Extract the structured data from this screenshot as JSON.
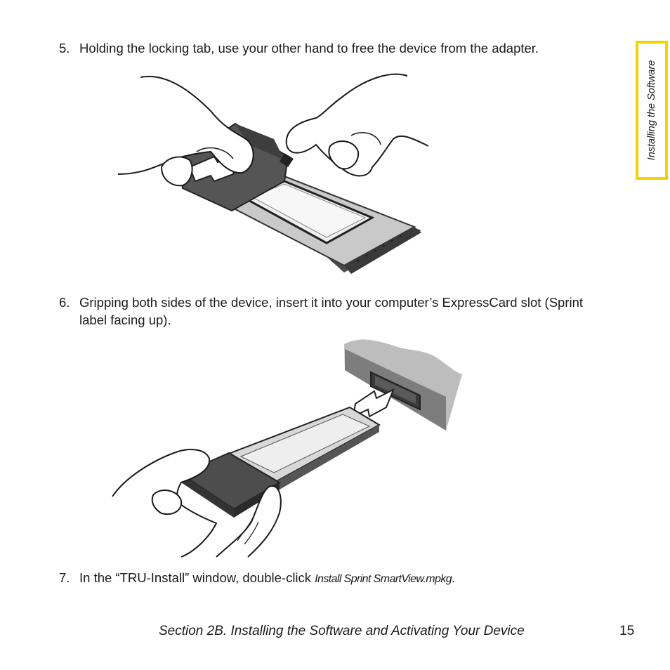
{
  "side_tab": {
    "label": "Installing the Software",
    "color": "#f2d200"
  },
  "steps": [
    {
      "number": "5.",
      "text": "Holding the locking tab, use your other hand to free the device from the adapter."
    },
    {
      "number": "6.",
      "text": "Gripping both sides of the device, insert it into your computer’s ExpressCard slot (Sprint label facing up)."
    },
    {
      "number": "7.",
      "text_before": "In the “TRU-Install” window, double-click ",
      "filename": "Install Sprint SmartView.mpkg",
      "text_after": "."
    }
  ],
  "footer": {
    "section": "Section 2B. Installing the Software and Activating Your Device",
    "page": "15"
  }
}
